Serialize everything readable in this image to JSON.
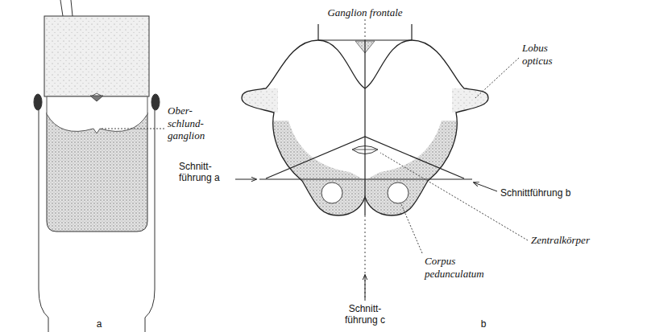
{
  "diagram": {
    "labels": [
      "Ober- schlund- ganglion",
      "a",
      "Ganglion frontale",
      "Lobus opticus",
      "Schnitt- führung a",
      "Schnittführung b",
      "Schnitt- führung c",
      "Corpus pedunculatum",
      "Zentralkörper",
      "b"
    ]
  }
}
